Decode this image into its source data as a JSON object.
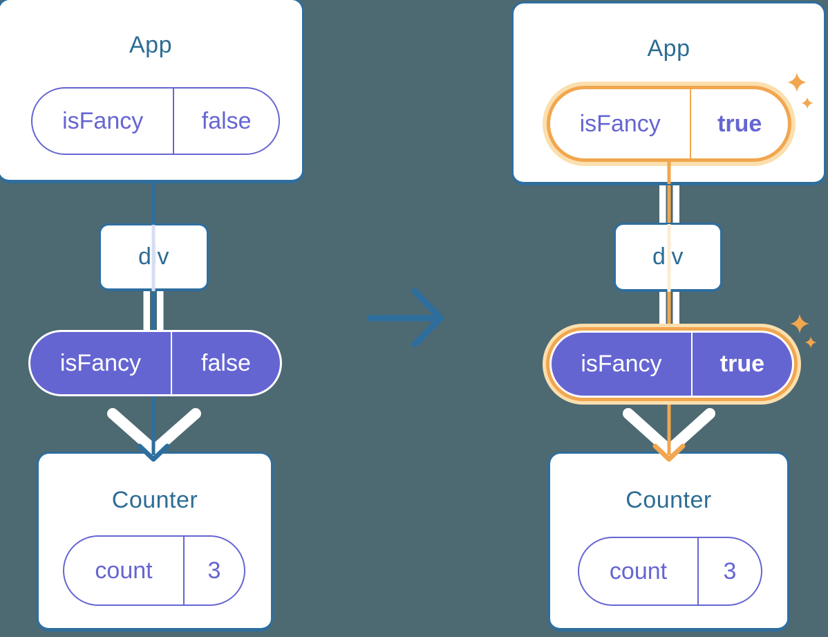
{
  "colors": {
    "background": "#4d6972",
    "blue": "#2e6e9e",
    "title": "#2d6c94",
    "purple": "#6565d2",
    "orange": "#f1a64f",
    "orange_halo": "#fbdfae",
    "lavender_line": "#d6def4",
    "peach_line": "#fcecd4",
    "white": "#ffffff"
  },
  "left_tree": {
    "app": {
      "title": "App",
      "prop": {
        "name": "isFancy",
        "value": "false"
      }
    },
    "div_node": {
      "label": "div"
    },
    "passed_prop": {
      "name": "isFancy",
      "value": "false"
    },
    "counter": {
      "title": "Counter",
      "state": {
        "name": "count",
        "value": "3"
      }
    }
  },
  "right_tree": {
    "app": {
      "title": "App",
      "prop": {
        "name": "isFancy",
        "value": "true"
      }
    },
    "div_node": {
      "label": "div"
    },
    "passed_prop": {
      "name": "isFancy",
      "value": "true"
    },
    "counter": {
      "title": "Counter",
      "state": {
        "name": "count",
        "value": "3"
      }
    }
  },
  "icons": {
    "transition_arrow": "right-arrow",
    "sparkle_large": "four-point-star",
    "sparkle_small": "four-point-star"
  }
}
